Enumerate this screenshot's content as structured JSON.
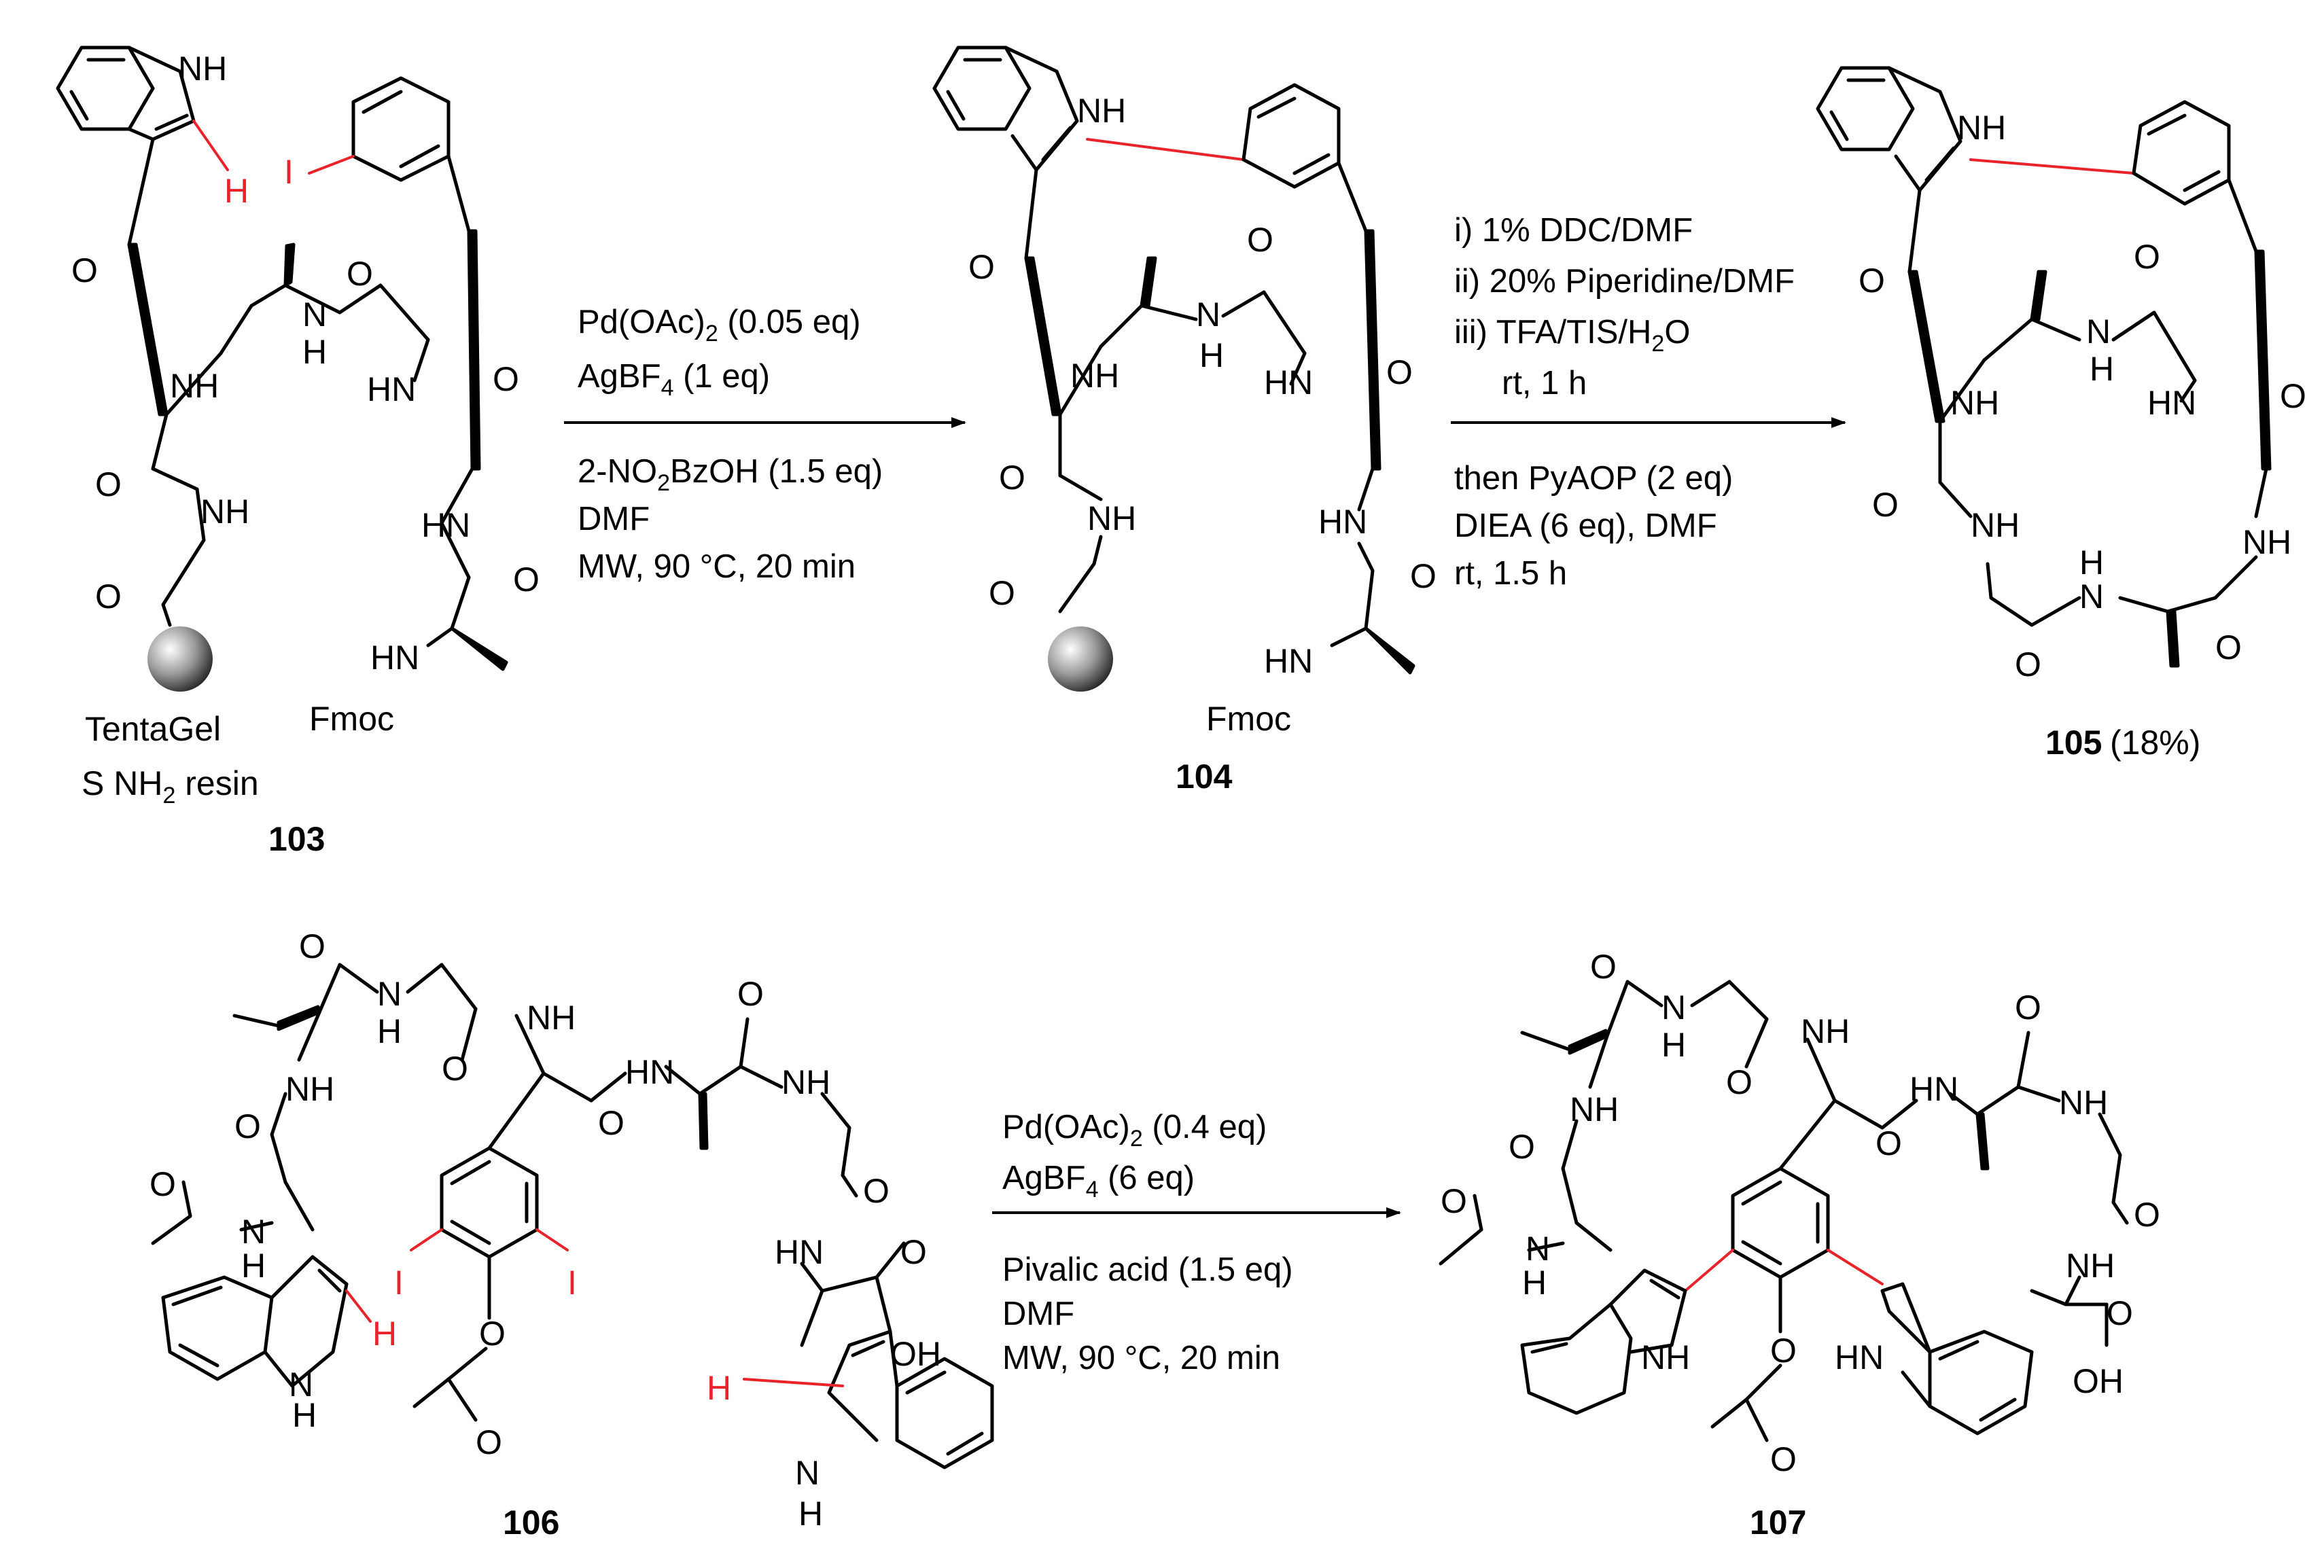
{
  "compounds": {
    "c103": {
      "number": "103",
      "resin_line1": "TentaGel",
      "resin_line2_pre": "S NH",
      "resin_line2_sub": "2",
      "resin_line2_post": " resin"
    },
    "c104": {
      "number": "104"
    },
    "c105": {
      "number": "105",
      "yield": "(18%)"
    },
    "c106": {
      "number": "106"
    },
    "c107": {
      "number": "107"
    }
  },
  "atoms": {
    "nh": "NH",
    "hn": "HN",
    "n": "N",
    "h": "H",
    "i": "I",
    "o": "O",
    "oh": "OH",
    "fmoc": "Fmoc"
  },
  "reaction1": {
    "line1_pre": "Pd(OAc)",
    "line1_sub": "2",
    "line1_post": " (0.05 eq)",
    "line2_pre": "AgBF",
    "line2_sub": "4",
    "line2_post": " (1 eq)",
    "line3_pre": "2-NO",
    "line3_sub": "2",
    "line3_post": "BzOH (1.5 eq)",
    "line4": "DMF",
    "line5": "MW, 90 °C, 20 min"
  },
  "reaction2": {
    "line1": "i) 1% DDC/DMF",
    "line2": "ii) 20% Piperidine/DMF",
    "line3_pre": "iii) TFA/TIS/H",
    "line3_sub": "2",
    "line3_post": "O",
    "line4": "rt, 1 h",
    "line5": "then PyAOP (2 eq)",
    "line6": "DIEA (6 eq), DMF",
    "line7": "rt, 1.5 h"
  },
  "reaction3": {
    "line1_pre": "Pd(OAc)",
    "line1_sub": "2",
    "line1_post": " (0.4 eq)",
    "line2_pre": "AgBF",
    "line2_sub": "4",
    "line2_post": " (6 eq)",
    "line3": "Pivalic acid (1.5 eq)",
    "line4": "DMF",
    "line5": "MW, 90 °C, 20 min"
  },
  "colors": {
    "highlight": "#e8242a",
    "ink": "#000000"
  }
}
